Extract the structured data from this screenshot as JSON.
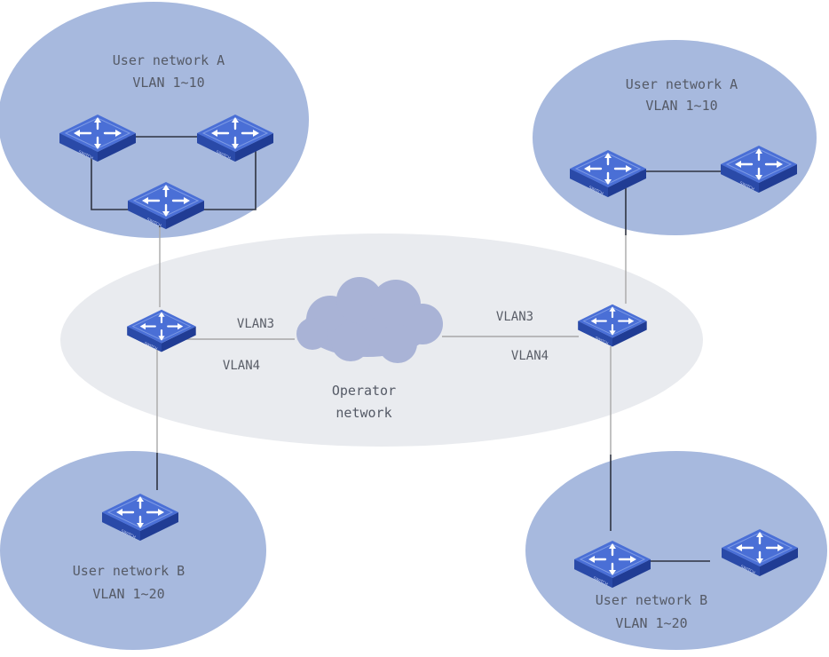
{
  "colors": {
    "user_network_fill": "#a7b9de",
    "operator_network_fill": "#e9ebef",
    "cloud_fill": "#a9b3d6",
    "switch_top": "#4a6fd6",
    "switch_side": "#203c94",
    "link_dark": "#2e3340",
    "link_light": "#a8a8a8"
  },
  "networks": {
    "top_left": {
      "name": "User network A",
      "vlan": "VLAN 1~10"
    },
    "top_right": {
      "name": "User network A",
      "vlan": "VLAN 1~10"
    },
    "bottom_left": {
      "name": "User network B",
      "vlan": "VLAN 1~20"
    },
    "bottom_right": {
      "name": "User network B",
      "vlan": "VLAN 1~20"
    }
  },
  "operator": {
    "line1": "Operator",
    "line2": "network"
  },
  "links": {
    "left_vlan3": "VLAN3",
    "left_vlan4": "VLAN4",
    "right_vlan3": "VLAN3",
    "right_vlan4": "VLAN4"
  },
  "device_label": "SWITCH",
  "icons": {
    "switch": "switch-icon",
    "cloud": "cloud-icon"
  }
}
